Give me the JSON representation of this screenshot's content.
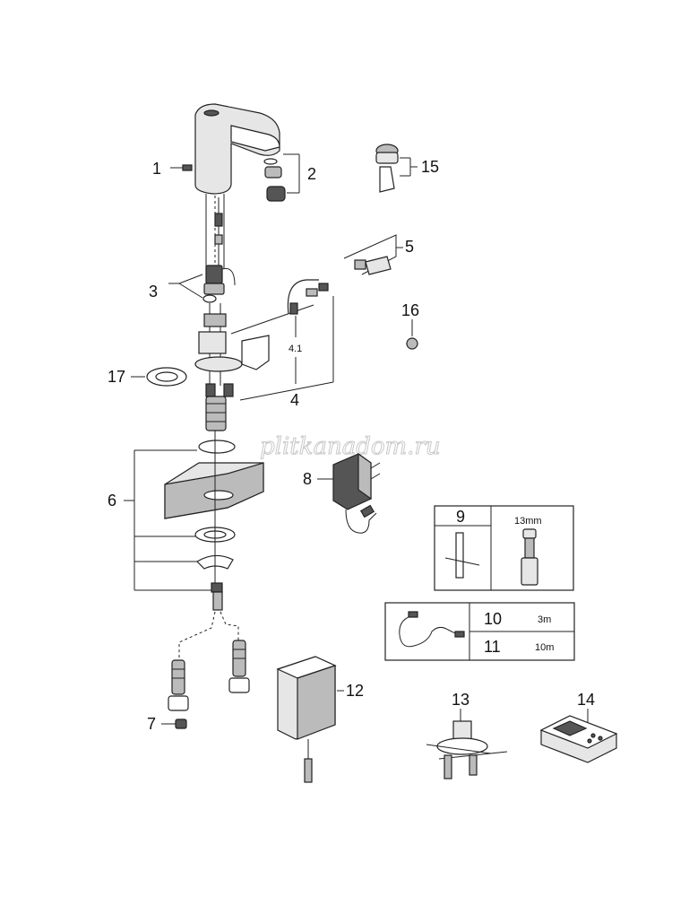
{
  "labels": {
    "l1": "1",
    "l2": "2",
    "l3": "3",
    "l4": "4",
    "l4_1": "4.1",
    "l5": "5",
    "l6": "6",
    "l7": "7",
    "l8": "8",
    "l9": "9",
    "l10": "10",
    "l11": "11",
    "l12": "12",
    "l13": "13",
    "l14": "14",
    "l15": "15",
    "l16": "16",
    "l17": "17"
  },
  "table_9": {
    "size": "13mm"
  },
  "table_cable": {
    "len_10": "3m",
    "len_11": "10m"
  },
  "watermark": "plitkanadom.ru"
}
